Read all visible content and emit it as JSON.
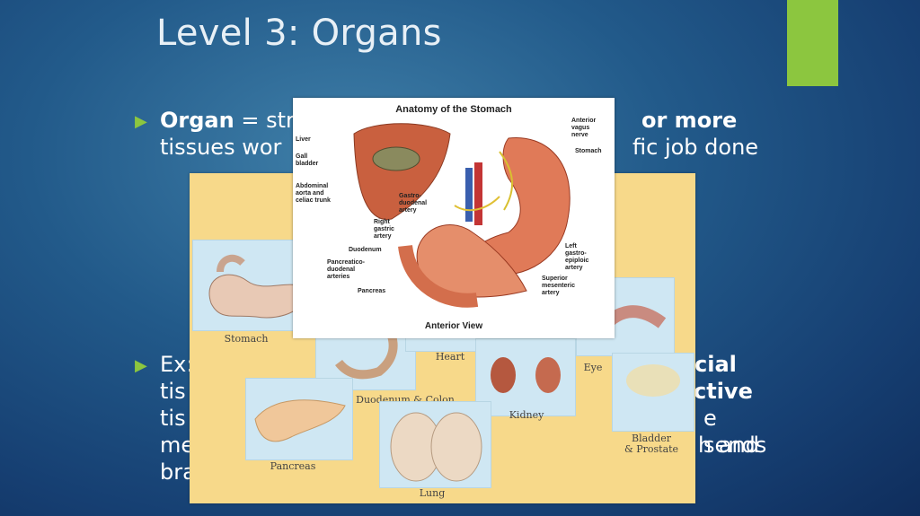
{
  "slide": {
    "title": "Level 3: Organs",
    "bullet1_visible": [
      "Organ",
      " = str",
      "or more",
      "tissues wor",
      "fic job done"
    ],
    "bullet2_visible": [
      "Ex:",
      "cial",
      "tis",
      "ctive",
      "tis",
      "e sends",
      "me",
      "h and",
      "bra"
    ],
    "accent_color": "#8cc63f"
  },
  "stomach_diagram": {
    "title": "Anatomy of the Stomach",
    "footer": "Anterior View",
    "labels": {
      "liver": "Liver",
      "gallbladder": "Gall\nbladder",
      "aorta": "Abdominal\naorta and\nceliac trunk",
      "gastroduodenal": "Gastro-\nduodenal\nartery",
      "right_gastric": "Right\ngastric\nartery",
      "duodenum": "Duodenum",
      "pancreaticoduodenal": "Pancreatico-\nduodenal\narteries",
      "pancreas": "Pancreas",
      "anterior_vagus": "Anterior\nvagus\nnerve",
      "stomach": "Stomach",
      "left_gastro": "Left\ngastro-\nepiploic\nartery",
      "superior_mesenteric": "Superior\nmesenteric\nartery"
    }
  },
  "organ_chart": {
    "labels": {
      "stomach": "Stomach",
      "heart": "Heart",
      "eye": "Eye",
      "duodenum_colon": "Duodenum & Colon",
      "kidney": "Kidney",
      "bladder_prostate": "Bladder\n& Prostate",
      "pancreas": "Pancreas",
      "lung": "Lung"
    }
  }
}
